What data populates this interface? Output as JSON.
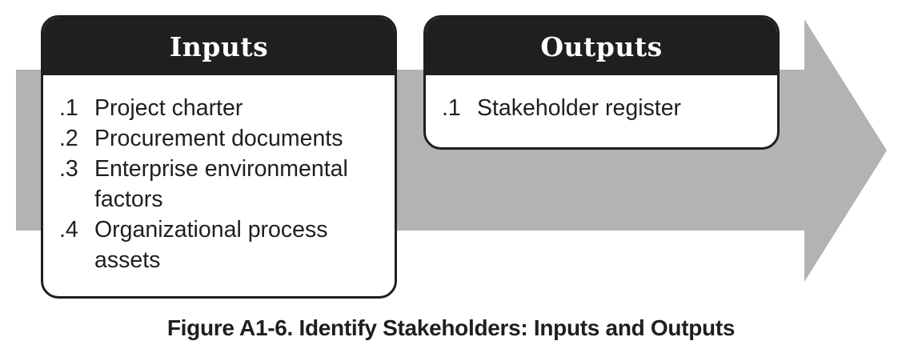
{
  "colors": {
    "arrow": "#b3b3b5",
    "box_border": "#1f1f1f",
    "header_background": "#1f1f1f",
    "header_text": "#ffffff",
    "body_text": "#1f1f1f"
  },
  "inputs": {
    "title": "Inputs",
    "items": [
      {
        "num": ".1",
        "text": "Project charter"
      },
      {
        "num": ".2",
        "text": "Procurement documents"
      },
      {
        "num": ".3",
        "text": "Enterprise environmental factors"
      },
      {
        "num": ".4",
        "text": "Organizational process assets"
      }
    ]
  },
  "outputs": {
    "title": "Outputs",
    "items": [
      {
        "num": ".1",
        "text": "Stakeholder register"
      }
    ]
  },
  "caption": "Figure A1-6. Identify Stakeholders: Inputs and Outputs"
}
